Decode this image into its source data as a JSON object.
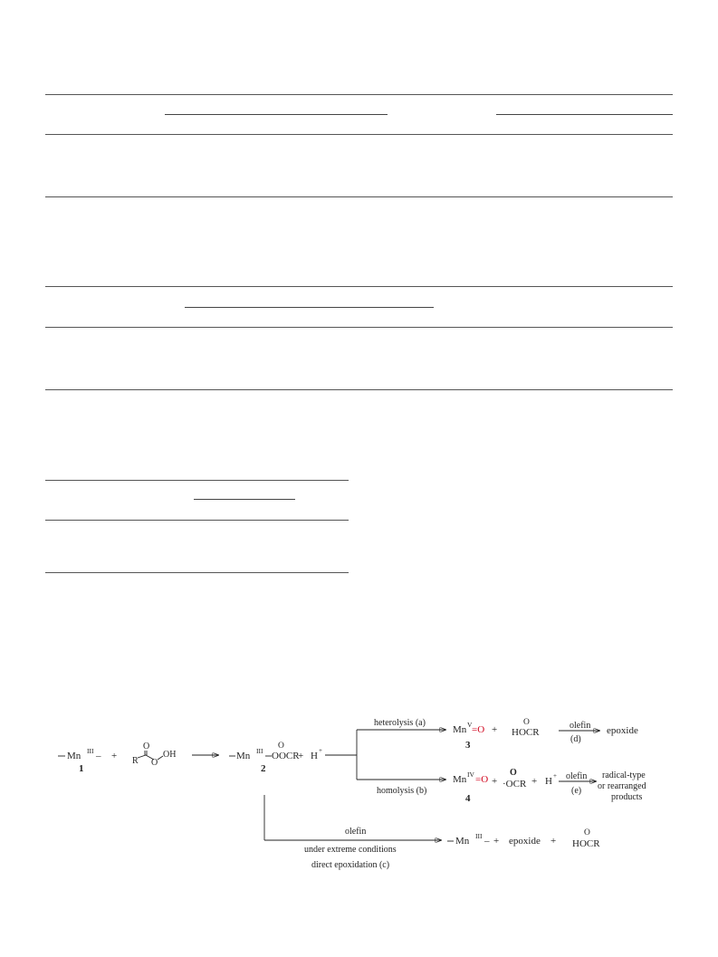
{
  "tables": [
    {
      "rows": []
    },
    {
      "rows": []
    },
    {
      "rows": []
    }
  ],
  "scheme": {
    "mn_iii": "Mn",
    "mn_iii_sup": "III",
    "dash": "–",
    "label_1": "1",
    "plus": "+",
    "peracid_O": "O",
    "peracid_R": "R",
    "peracid_O2": "O",
    "peracid_OH": "OH",
    "intermediate_mn": "Mn",
    "intermediate_sup": "III",
    "intermediate_rest": "OOCR",
    "intermediate_O": "O",
    "label_2": "2",
    "proton": "H",
    "proton_sup": "+",
    "heterolysis": "heterolysis (a)",
    "homolysis": "homolysis (b)",
    "mn_v": "Mn",
    "mn_v_sup": "V",
    "oxo": "=O",
    "label_3": "3",
    "acid_O": "O",
    "acid": "HOCR",
    "olefin_d": "olefin",
    "step_d": "(d)",
    "epoxide_d": "epoxide",
    "mn_iv": "Mn",
    "mn_iv_sup": "IV",
    "label_4": "4",
    "radical_O": "O",
    "radical": "·OCR",
    "olefin_e": "olefin",
    "step_e": "(e)",
    "products_e": [
      "radical-type",
      "or rearranged",
      "products"
    ],
    "olefin_c": "olefin",
    "conditions_c": "under extreme conditions",
    "step_c": "direct epoxidation (c)",
    "epoxide_c": "epoxide"
  }
}
